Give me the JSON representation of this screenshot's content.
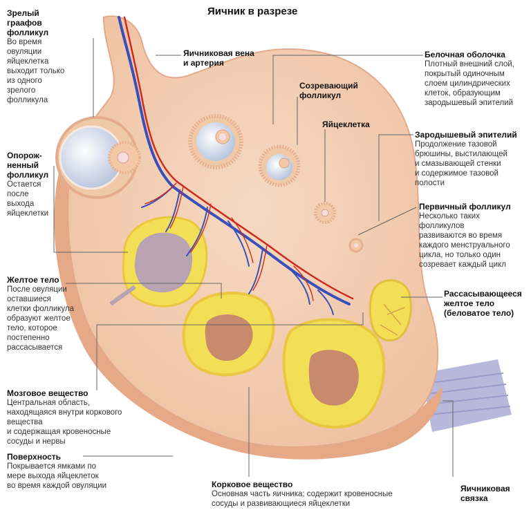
{
  "title": "Яичник в разрезе",
  "labels": {
    "mature_follicle": {
      "h": "Зрелый\nграафов\nфолликул",
      "d": "Во время\nовуляции\nяйцеклетка\nвыходит только\nиз одного\nзрелого\nфолликула"
    },
    "empty_follicle": {
      "h": "Опорож-\nненный\nфолликул",
      "d": "Остается\nпосле\nвыхода\nяйцеклетки"
    },
    "corpus_luteum": {
      "h": "Желтое тело",
      "d": "После овуляции\nоставшиеся\nклетки фолликула\nобразуют желтое\nтело, которое\nпостепенно\nрассасывается"
    },
    "medulla": {
      "h": "Мозговое вещество",
      "d": "Центральная область,\nнаходящаяся внутри коркового\nвещества\nи содержащая кровеносные\nсосуды и нервы"
    },
    "surface": {
      "h": "Поверхность",
      "d": "Покрывается ямками по\nмере выхода яйцеклеток\nво время каждой овуляции"
    },
    "cortex": {
      "h": "Корковое вещество",
      "d": "Основная часть яичника; содержит кровеносные\nсосуды и развивающиеся яйцеклетки"
    },
    "vessels": {
      "h": "Яичниковая вена\nи артерия",
      "d": ""
    },
    "maturing_follicle": {
      "h": "Созревающий\nфолликул",
      "d": ""
    },
    "egg": {
      "h": "Яйцеклетка",
      "d": ""
    },
    "tunica": {
      "h": "Белочная оболочка",
      "d": "Плотный внешний слой,\nпокрытый одиночным\nслоем цилиндрических\nклеток, образующим\nзародышевый эпителий"
    },
    "germinal_epithelium": {
      "h": "Зародышевый эпителий",
      "d": "Продолжение тазовой\nбрюшины, выстилающей\nи смазывающей стенки\nи содержимое тазовой\nполости"
    },
    "primary_follicle": {
      "h": "Первичный фолликул",
      "d": "Несколько таких\nфолликулов\nразвиваются во время\nкаждого менструального\nцикла, но только один\nсозревает каждый цикл"
    },
    "corpus_albicans": {
      "h": "Рассасывающееся\nжелтое тело\n(беловатое тело)",
      "d": ""
    },
    "ligament": {
      "h": "Яичниковая\nсвязка",
      "d": ""
    }
  },
  "colors": {
    "tissue": "#f3cdb1",
    "tissue_dark": "#e6a988",
    "vein": "#3a4fb8",
    "artery": "#d02a1e",
    "corpus_yellow": "#f3df55",
    "ligament": "#b7b8dc"
  }
}
